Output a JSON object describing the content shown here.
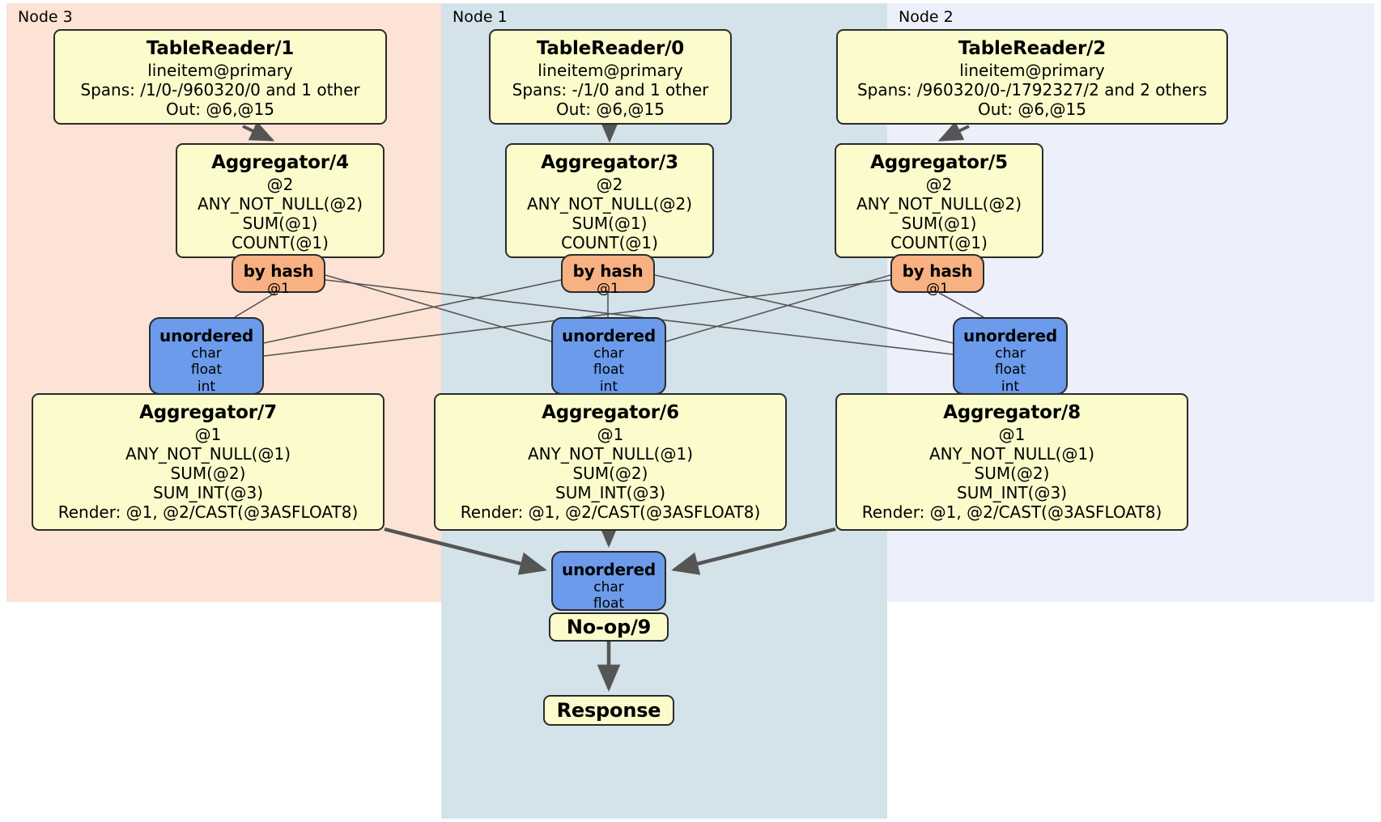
{
  "diagram": {
    "title": "Distributed SQL query plan",
    "colors": {
      "node3_panel": "#fce3d5",
      "node1_panel": "#d4e2ea",
      "node2_panel": "#edf0fa",
      "processor_box": "#fbfbcc",
      "router_box": "#f7b183",
      "synchronizer_box": "#6b9bea",
      "edge": "#555555",
      "border": "#2b2b2b"
    }
  },
  "clusters": [
    {
      "id": "node3",
      "label": "Node 3"
    },
    {
      "id": "node1",
      "label": "Node 1"
    },
    {
      "id": "node2",
      "label": "Node 2"
    }
  ],
  "processors": {
    "tablereader1": {
      "title": "TableReader/1",
      "lines": [
        "lineitem@primary",
        "Spans: /1/0-/960320/0 and 1 other",
        "Out: @6,@15"
      ]
    },
    "tablereader0": {
      "title": "TableReader/0",
      "lines": [
        "lineitem@primary",
        "Spans: -/1/0 and 1 other",
        "Out: @6,@15"
      ]
    },
    "tablereader2": {
      "title": "TableReader/2",
      "lines": [
        "lineitem@primary",
        "Spans: /960320/0-/1792327/2 and 2 others",
        "Out: @6,@15"
      ]
    },
    "aggregator4": {
      "title": "Aggregator/4",
      "lines": [
        "@2",
        "ANY_NOT_NULL(@2)",
        "SUM(@1)",
        "COUNT(@1)"
      ]
    },
    "aggregator3": {
      "title": "Aggregator/3",
      "lines": [
        "@2",
        "ANY_NOT_NULL(@2)",
        "SUM(@1)",
        "COUNT(@1)"
      ]
    },
    "aggregator5": {
      "title": "Aggregator/5",
      "lines": [
        "@2",
        "ANY_NOT_NULL(@2)",
        "SUM(@1)",
        "COUNT(@1)"
      ]
    },
    "aggregator7": {
      "title": "Aggregator/7",
      "lines": [
        "@1",
        "ANY_NOT_NULL(@1)",
        "SUM(@2)",
        "SUM_INT(@3)",
        "Render: @1, @2/CAST(@3ASFLOAT8)"
      ]
    },
    "aggregator6": {
      "title": "Aggregator/6",
      "lines": [
        "@1",
        "ANY_NOT_NULL(@1)",
        "SUM(@2)",
        "SUM_INT(@3)",
        "Render: @1, @2/CAST(@3ASFLOAT8)"
      ]
    },
    "aggregator8": {
      "title": "Aggregator/8",
      "lines": [
        "@1",
        "ANY_NOT_NULL(@1)",
        "SUM(@2)",
        "SUM_INT(@3)",
        "Render: @1, @2/CAST(@3ASFLOAT8)"
      ]
    },
    "noop9": {
      "title": "No-op/9",
      "lines": []
    },
    "response": {
      "title": "Response",
      "lines": []
    }
  },
  "routers": {
    "hash4": {
      "title": "by hash",
      "lines": [
        "@1"
      ]
    },
    "hash3": {
      "title": "by hash",
      "lines": [
        "@1"
      ]
    },
    "hash5": {
      "title": "by hash",
      "lines": [
        "@1"
      ]
    }
  },
  "synchronizers": {
    "unordered7": {
      "title": "unordered",
      "lines": [
        "char",
        "float",
        "int"
      ]
    },
    "unordered6": {
      "title": "unordered",
      "lines": [
        "char",
        "float",
        "int"
      ]
    },
    "unordered8": {
      "title": "unordered",
      "lines": [
        "char",
        "float",
        "int"
      ]
    },
    "unordered9": {
      "title": "unordered",
      "lines": [
        "char",
        "float"
      ]
    }
  }
}
